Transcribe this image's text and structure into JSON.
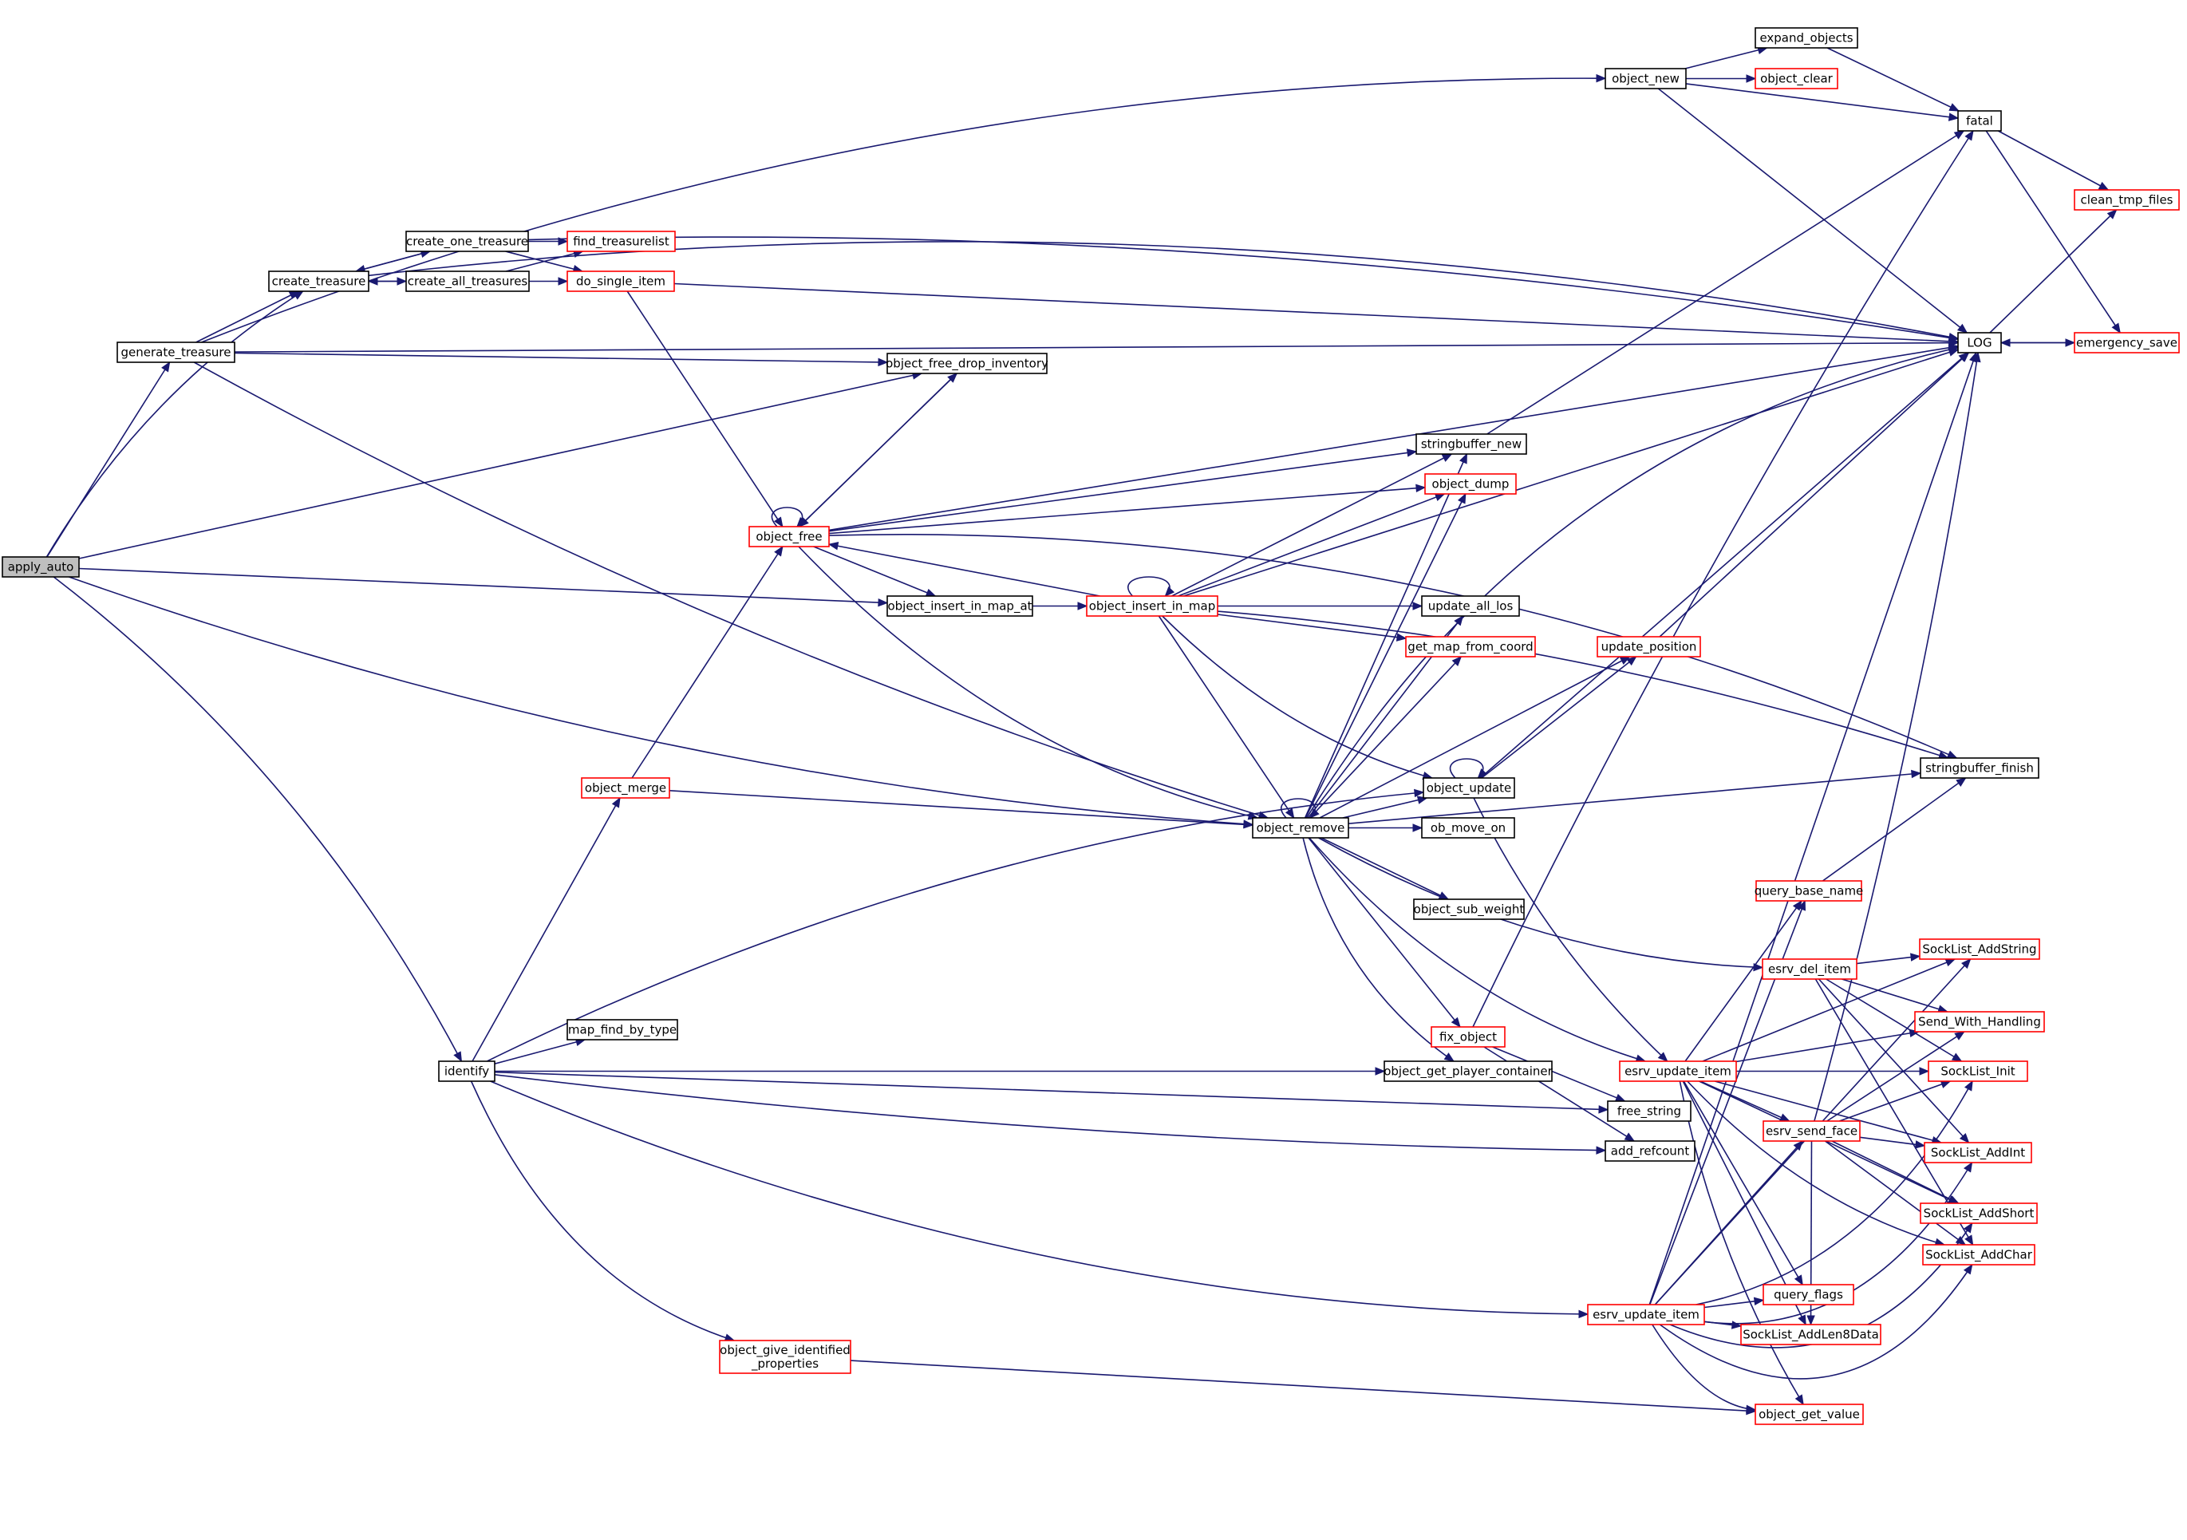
{
  "colors": {
    "edge": "#191970",
    "node_black_border": "#000000",
    "node_red_border": "#ff0000",
    "root_fill": "#bfbfbf"
  },
  "nodes": [
    {
      "id": "apply_auto",
      "label": "apply_auto",
      "style": "root"
    },
    {
      "id": "create_treasure",
      "label": "create_treasure",
      "style": "black"
    },
    {
      "id": "generate_treasure",
      "label": "generate_treasure",
      "style": "black"
    },
    {
      "id": "create_one_treasure",
      "label": "create_one_treasure",
      "style": "black"
    },
    {
      "id": "create_all_treasures",
      "label": "create_all_treasures",
      "style": "black"
    },
    {
      "id": "find_treasurelist",
      "label": "find_treasurelist",
      "style": "red"
    },
    {
      "id": "do_single_item",
      "label": "do_single_item",
      "style": "red"
    },
    {
      "id": "object_new",
      "label": "object_new",
      "style": "black"
    },
    {
      "id": "expand_objects",
      "label": "expand_objects",
      "style": "black"
    },
    {
      "id": "object_clear",
      "label": "object_clear",
      "style": "red"
    },
    {
      "id": "fatal",
      "label": "fatal",
      "style": "black"
    },
    {
      "id": "clean_tmp_files",
      "label": "clean_tmp_files",
      "style": "red"
    },
    {
      "id": "LOG",
      "label": "LOG",
      "style": "black"
    },
    {
      "id": "emergency_save",
      "label": "emergency_save",
      "style": "red"
    },
    {
      "id": "object_free_drop_inventory",
      "label": "object_free_drop_inventory",
      "style": "black"
    },
    {
      "id": "stringbuffer_new",
      "label": "stringbuffer_new",
      "style": "black"
    },
    {
      "id": "object_dump",
      "label": "object_dump",
      "style": "red"
    },
    {
      "id": "object_free",
      "label": "object_free",
      "style": "red"
    },
    {
      "id": "object_insert_in_map_at",
      "label": "object_insert_in_map_at",
      "style": "black"
    },
    {
      "id": "object_insert_in_map",
      "label": "object_insert_in_map",
      "style": "red"
    },
    {
      "id": "update_all_los",
      "label": "update_all_los",
      "style": "black"
    },
    {
      "id": "get_map_from_coord",
      "label": "get_map_from_coord",
      "style": "red"
    },
    {
      "id": "update_position",
      "label": "update_position",
      "style": "red"
    },
    {
      "id": "stringbuffer_finish",
      "label": "stringbuffer_finish",
      "style": "black"
    },
    {
      "id": "object_update",
      "label": "object_update",
      "style": "black"
    },
    {
      "id": "object_merge",
      "label": "object_merge",
      "style": "red"
    },
    {
      "id": "object_remove",
      "label": "object_remove",
      "style": "black"
    },
    {
      "id": "ob_move_on",
      "label": "ob_move_on",
      "style": "black"
    },
    {
      "id": "query_base_name",
      "label": "query_base_name",
      "style": "red"
    },
    {
      "id": "object_sub_weight",
      "label": "object_sub_weight",
      "style": "black"
    },
    {
      "id": "SockList_AddString",
      "label": "SockList_AddString",
      "style": "red"
    },
    {
      "id": "esrv_del_item",
      "label": "esrv_del_item",
      "style": "red"
    },
    {
      "id": "Send_With_Handling",
      "label": "Send_With_Handling",
      "style": "red"
    },
    {
      "id": "map_find_by_type",
      "label": "map_find_by_type",
      "style": "black"
    },
    {
      "id": "fix_object",
      "label": "fix_object",
      "style": "red"
    },
    {
      "id": "identify",
      "label": "identify",
      "style": "black"
    },
    {
      "id": "object_get_player_container",
      "label": "object_get_player_container",
      "style": "black"
    },
    {
      "id": "esrv_update_item_1",
      "label": "esrv_update_item",
      "style": "red"
    },
    {
      "id": "SockList_Init",
      "label": "SockList_Init",
      "style": "red"
    },
    {
      "id": "free_string",
      "label": "free_string",
      "style": "black"
    },
    {
      "id": "esrv_send_face",
      "label": "esrv_send_face",
      "style": "red"
    },
    {
      "id": "add_refcount",
      "label": "add_refcount",
      "style": "black"
    },
    {
      "id": "SockList_AddInt",
      "label": "SockList_AddInt",
      "style": "red"
    },
    {
      "id": "SockList_AddShort",
      "label": "SockList_AddShort",
      "style": "red"
    },
    {
      "id": "SockList_AddChar",
      "label": "SockList_AddChar",
      "style": "red"
    },
    {
      "id": "query_flags",
      "label": "query_flags",
      "style": "red"
    },
    {
      "id": "esrv_update_item_2",
      "label": "esrv_update_item",
      "style": "red"
    },
    {
      "id": "SockList_AddLen8Data",
      "label": "SockList_AddLen8Data",
      "style": "red"
    },
    {
      "id": "object_give_identified_properties",
      "label": "object_give_identified\n_properties",
      "style": "red"
    },
    {
      "id": "object_get_value",
      "label": "object_get_value",
      "style": "red"
    }
  ],
  "edges": [
    [
      "apply_auto",
      "create_treasure"
    ],
    [
      "apply_auto",
      "generate_treasure"
    ],
    [
      "apply_auto",
      "object_free_drop_inventory"
    ],
    [
      "apply_auto",
      "object_insert_in_map_at"
    ],
    [
      "apply_auto",
      "object_remove"
    ],
    [
      "apply_auto",
      "identify"
    ],
    [
      "create_treasure",
      "create_one_treasure"
    ],
    [
      "create_treasure",
      "create_all_treasures"
    ],
    [
      "create_treasure",
      "LOG"
    ],
    [
      "create_one_treasure",
      "create_treasure"
    ],
    [
      "create_one_treasure",
      "find_treasurelist"
    ],
    [
      "create_one_treasure",
      "do_single_item"
    ],
    [
      "create_one_treasure",
      "LOG"
    ],
    [
      "create_all_treasures",
      "create_treasure"
    ],
    [
      "create_all_treasures",
      "find_treasurelist"
    ],
    [
      "create_all_treasures",
      "do_single_item"
    ],
    [
      "do_single_item",
      "LOG"
    ],
    [
      "do_single_item",
      "object_free"
    ],
    [
      "generate_treasure",
      "object_new"
    ],
    [
      "generate_treasure",
      "create_treasure"
    ],
    [
      "generate_treasure",
      "LOG"
    ],
    [
      "generate_treasure",
      "object_free_drop_inventory"
    ],
    [
      "generate_treasure",
      "object_remove"
    ],
    [
      "object_new",
      "expand_objects"
    ],
    [
      "object_new",
      "object_clear"
    ],
    [
      "object_new",
      "fatal"
    ],
    [
      "object_new",
      "LOG"
    ],
    [
      "expand_objects",
      "fatal"
    ],
    [
      "fatal",
      "clean_tmp_files"
    ],
    [
      "fatal",
      "emergency_save"
    ],
    [
      "LOG",
      "clean_tmp_files"
    ],
    [
      "LOG",
      "emergency_save"
    ],
    [
      "emergency_save",
      "LOG"
    ],
    [
      "object_free",
      "object_free"
    ],
    [
      "object_free",
      "object_free_drop_inventory"
    ],
    [
      "object_free",
      "LOG"
    ],
    [
      "object_free",
      "stringbuffer_new"
    ],
    [
      "object_free",
      "object_dump"
    ],
    [
      "object_free",
      "stringbuffer_finish"
    ],
    [
      "object_free",
      "object_insert_in_map_at"
    ],
    [
      "object_free",
      "object_remove"
    ],
    [
      "object_free_drop_inventory",
      "object_free"
    ],
    [
      "object_insert_in_map_at",
      "object_insert_in_map"
    ],
    [
      "object_insert_in_map",
      "object_insert_in_map"
    ],
    [
      "object_insert_in_map",
      "object_free"
    ],
    [
      "object_insert_in_map",
      "stringbuffer_new"
    ],
    [
      "object_insert_in_map",
      "object_dump"
    ],
    [
      "object_insert_in_map",
      "LOG"
    ],
    [
      "object_insert_in_map",
      "stringbuffer_finish"
    ],
    [
      "object_insert_in_map",
      "update_all_los"
    ],
    [
      "object_insert_in_map",
      "get_map_from_coord"
    ],
    [
      "object_insert_in_map",
      "object_update"
    ],
    [
      "object_insert_in_map",
      "object_remove"
    ],
    [
      "stringbuffer_new",
      "fatal"
    ],
    [
      "update_position",
      "LOG"
    ],
    [
      "object_update",
      "object_update"
    ],
    [
      "object_update",
      "update_position"
    ],
    [
      "object_update",
      "LOG"
    ],
    [
      "object_update",
      "esrv_update_item_1"
    ],
    [
      "object_merge",
      "object_free"
    ],
    [
      "object_merge",
      "object_remove"
    ],
    [
      "object_remove",
      "object_remove"
    ],
    [
      "object_remove",
      "stringbuffer_new"
    ],
    [
      "object_remove",
      "object_dump"
    ],
    [
      "object_remove",
      "update_all_los"
    ],
    [
      "object_remove",
      "get_map_from_coord"
    ],
    [
      "object_remove",
      "update_position"
    ],
    [
      "object_remove",
      "LOG"
    ],
    [
      "object_remove",
      "object_update"
    ],
    [
      "object_remove",
      "stringbuffer_finish"
    ],
    [
      "object_remove",
      "ob_move_on"
    ],
    [
      "object_remove",
      "object_sub_weight"
    ],
    [
      "object_remove",
      "esrv_del_item"
    ],
    [
      "object_remove",
      "fix_object"
    ],
    [
      "object_remove",
      "object_get_player_container"
    ],
    [
      "object_remove",
      "esrv_update_item_1"
    ],
    [
      "query_base_name",
      "stringbuffer_finish"
    ],
    [
      "esrv_del_item",
      "SockList_AddString"
    ],
    [
      "esrv_del_item",
      "Send_With_Handling"
    ],
    [
      "esrv_del_item",
      "SockList_Init"
    ],
    [
      "esrv_del_item",
      "SockList_AddInt"
    ],
    [
      "esrv_del_item",
      "SockList_AddChar"
    ],
    [
      "fix_object",
      "fatal"
    ],
    [
      "fix_object",
      "free_string"
    ],
    [
      "fix_object",
      "add_refcount"
    ],
    [
      "identify",
      "object_merge"
    ],
    [
      "identify",
      "map_find_by_type"
    ],
    [
      "identify",
      "object_update"
    ],
    [
      "identify",
      "object_get_player_container"
    ],
    [
      "identify",
      "free_string"
    ],
    [
      "identify",
      "add_refcount"
    ],
    [
      "identify",
      "esrv_update_item_2"
    ],
    [
      "identify",
      "object_give_identified_properties"
    ],
    [
      "esrv_update_item_1",
      "query_base_name"
    ],
    [
      "esrv_update_item_1",
      "SockList_AddString"
    ],
    [
      "esrv_update_item_1",
      "Send_With_Handling"
    ],
    [
      "esrv_update_item_1",
      "SockList_Init"
    ],
    [
      "esrv_update_item_1",
      "esrv_send_face"
    ],
    [
      "esrv_update_item_1",
      "SockList_AddInt"
    ],
    [
      "esrv_update_item_1",
      "SockList_AddShort"
    ],
    [
      "esrv_update_item_1",
      "SockList_AddChar"
    ],
    [
      "esrv_update_item_1",
      "query_flags"
    ],
    [
      "esrv_update_item_1",
      "SockList_AddLen8Data"
    ],
    [
      "esrv_update_item_1",
      "object_get_value"
    ],
    [
      "esrv_send_face",
      "LOG"
    ],
    [
      "esrv_send_face",
      "Send_With_Handling"
    ],
    [
      "esrv_send_face",
      "SockList_Init"
    ],
    [
      "esrv_send_face",
      "SockList_AddInt"
    ],
    [
      "esrv_send_face",
      "SockList_AddShort"
    ],
    [
      "esrv_send_face",
      "SockList_AddChar"
    ],
    [
      "esrv_send_face",
      "SockList_AddLen8Data"
    ],
    [
      "esrv_update_item_2",
      "query_base_name"
    ],
    [
      "esrv_update_item_2",
      "LOG"
    ],
    [
      "esrv_update_item_2",
      "SockList_AddString"
    ],
    [
      "esrv_update_item_2",
      "esrv_send_face"
    ],
    [
      "esrv_update_item_2",
      "SockList_Init"
    ],
    [
      "esrv_update_item_2",
      "SockList_AddInt"
    ],
    [
      "esrv_update_item_2",
      "SockList_AddShort"
    ],
    [
      "esrv_update_item_2",
      "SockList_AddChar"
    ],
    [
      "esrv_update_item_2",
      "query_flags"
    ],
    [
      "esrv_update_item_2",
      "SockList_AddLen8Data"
    ],
    [
      "esrv_update_item_2",
      "object_get_value"
    ],
    [
      "object_give_identified_properties",
      "object_get_value"
    ]
  ]
}
